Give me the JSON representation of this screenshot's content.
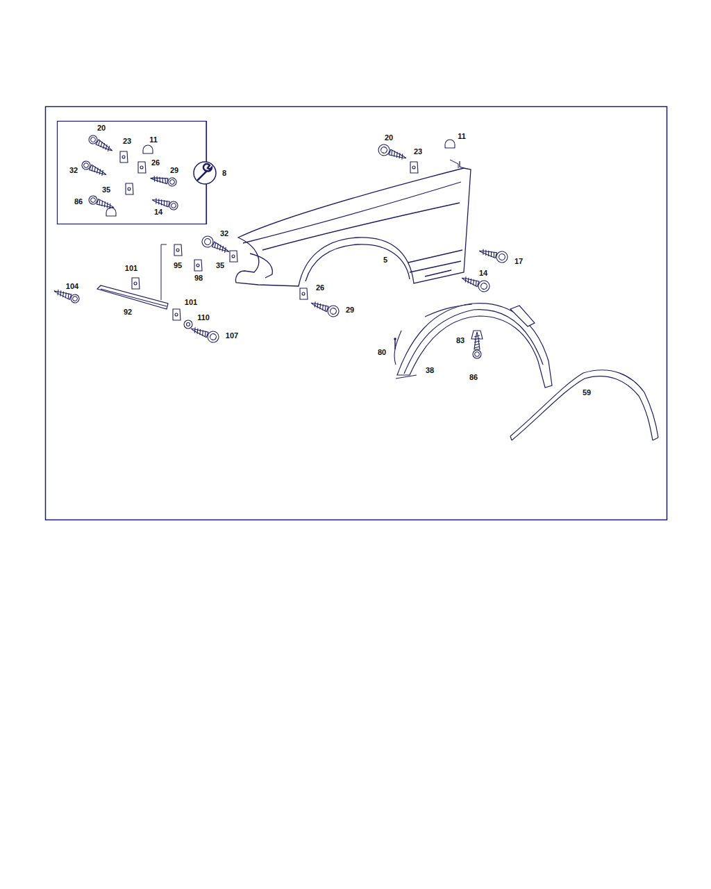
{
  "diagram": {
    "labels": [
      "20",
      "23",
      "11",
      "32",
      "26",
      "29",
      "35",
      "86",
      "14",
      "8",
      "20",
      "23",
      "11",
      "32",
      "95",
      "35",
      "98",
      "5",
      "17",
      "101",
      "14",
      "104",
      "26",
      "92",
      "29",
      "101",
      "110",
      "107",
      "80",
      "83",
      "38",
      "86",
      "59"
    ]
  }
}
